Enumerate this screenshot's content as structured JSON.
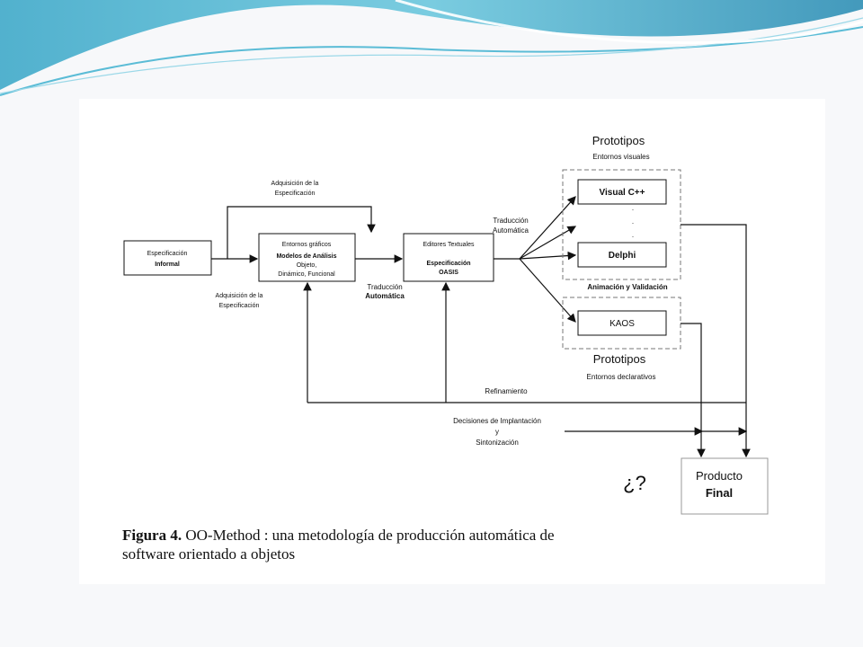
{
  "diagram": {
    "informal_spec": [
      "Especificación",
      "Informal"
    ],
    "graphic_env": [
      "Entornos gráficos",
      "Modelos de Análisis",
      "Objeto,",
      "Dinámico, Funcional"
    ],
    "textual_env": [
      "Editores Textuales",
      "Especificación",
      "OASIS"
    ],
    "acq_top": [
      "Adquisición de la",
      "Especificación"
    ],
    "acq_bottom": [
      "Adquisición de la",
      "Especificación"
    ],
    "trad_1": [
      "Traducción",
      "Automática"
    ],
    "trad_2": [
      "Traducción",
      "Automática"
    ],
    "proto_top_title": "Prototipos",
    "proto_top_sub": "Entornos visuales",
    "visual_cpp": "Visual C++",
    "dots": [
      ".",
      ".",
      "."
    ],
    "delphi": "Delphi",
    "anim_valid": "Animación y Validación",
    "kaos": "KAOS",
    "proto_bottom_title": "Prototipos",
    "proto_bottom_sub": "Entornos declarativos",
    "refinamiento": "Refinamiento",
    "decisiones": [
      "Decisiones de Implantación",
      "y",
      "Sintonización"
    ],
    "question": "¿?",
    "producto": [
      "Producto",
      "Final"
    ]
  },
  "caption": {
    "label": "Figura 4.",
    "text_line1": " OO-Method : una metodología de producción automática de",
    "text_line2": "software orientado a objetos"
  }
}
